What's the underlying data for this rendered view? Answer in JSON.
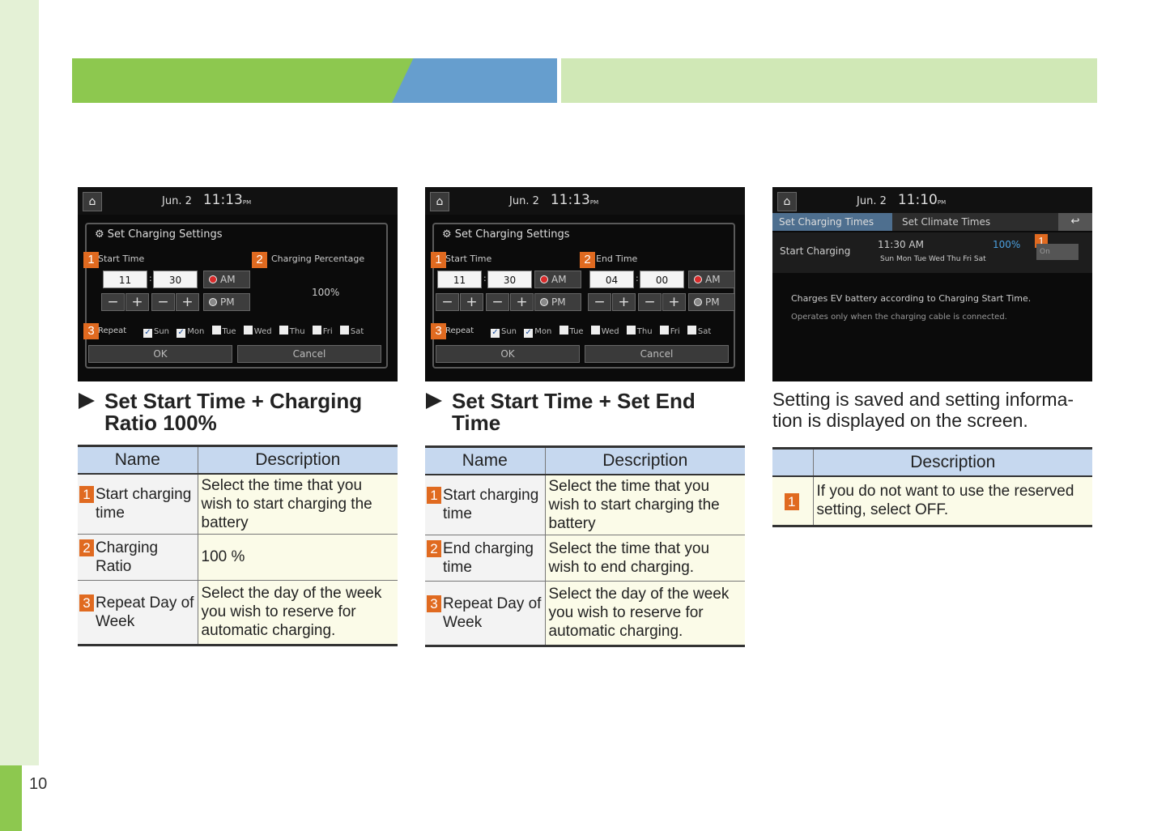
{
  "page": {
    "number": "10"
  },
  "screens": [
    {
      "date": "Jun. 2",
      "time": "11:13",
      "ampm_small": "PM",
      "title": "Set Charging Settings",
      "label1": "Start Time",
      "label2": "Charging Percentage",
      "hour": "11",
      "minute": "30",
      "am": "AM",
      "pm": "PM",
      "percent": "100%",
      "repeat": "Repeat",
      "days": [
        "Sun",
        "Mon",
        "Tue",
        "Wed",
        "Thu",
        "Fri",
        "Sat"
      ],
      "ok": "OK",
      "cancel": "Cancel"
    },
    {
      "date": "Jun. 2",
      "time": "11:13",
      "ampm_small": "PM",
      "title": "Set Charging Settings",
      "label1": "Start Time",
      "label2": "End Time",
      "hour": "11",
      "minute": "30",
      "hour2": "04",
      "minute2": "00",
      "am": "AM",
      "pm": "PM",
      "repeat": "Repeat",
      "days": [
        "Sun",
        "Mon",
        "Tue",
        "Wed",
        "Thu",
        "Fri",
        "Sat"
      ],
      "ok": "OK",
      "cancel": "Cancel"
    },
    {
      "date": "Jun. 2",
      "time": "11:10",
      "ampm_small": "PM",
      "tab1": "Set Charging Times",
      "tab2": "Set Climate Times",
      "row_label": "Start Charging",
      "row_time": "11:30  AM",
      "row_pct": "100%",
      "row_days": "Sun  Mon  Tue  Wed  Thu  Fri  Sat",
      "on": "On",
      "msg1": "Charges EV battery according to Charging Start Time.",
      "msg2": "Operates only when the charging cable is connected."
    }
  ],
  "captions": {
    "c1": "Set Start Time + Charging Ratio 100%",
    "c2": "Set Start Time + Set End Time",
    "c3": "Setting is saved and setting informa-tion is displayed on the screen."
  },
  "table1": {
    "h_name": "Name",
    "h_desc": "Description",
    "rows": [
      {
        "num": "1",
        "name": "Start charging time",
        "desc": "Select the time that you wish to start charging the battery"
      },
      {
        "num": "2",
        "name": "Charging Ratio",
        "desc": "100 %"
      },
      {
        "num": "3",
        "name": "Repeat Day of Week",
        "desc": "Select the day of the week you wish to reserve for automatic charging."
      }
    ]
  },
  "table2": {
    "h_name": "Name",
    "h_desc": "Description",
    "rows": [
      {
        "num": "1",
        "name": "Start charging time",
        "desc": "Select the time that you wish to start charging the battery"
      },
      {
        "num": "2",
        "name": "End charging time",
        "desc": "Select the time that you wish to end charging."
      },
      {
        "num": "3",
        "name": "Repeat Day of Week",
        "desc": "Select the day of the week you wish to reserve for automatic charging."
      }
    ]
  },
  "table3": {
    "h_desc": "Description",
    "rows": [
      {
        "num": "1",
        "desc": "If you do not want to use the reserved setting, select OFF."
      }
    ]
  },
  "colors": {
    "green": "#8dc84f",
    "blue": "#669ece",
    "light_green": "#d0e8b6",
    "badge": "#e06a20",
    "table_header": "#c6d8ef"
  }
}
